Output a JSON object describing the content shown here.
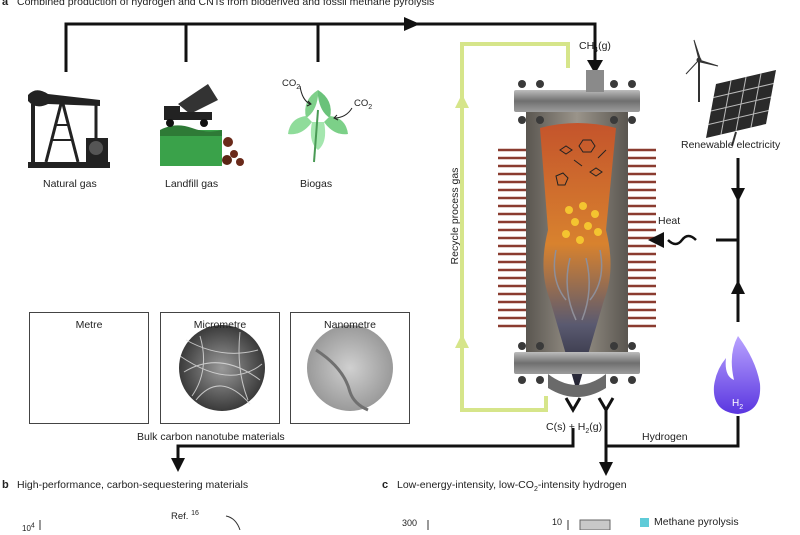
{
  "panel_a": {
    "letter": "a",
    "title": "Combined production of hydrogen and CNTs from bioderived and fossil methane pyrolysis",
    "sources": [
      {
        "label": "Natural gas",
        "icon": "oil-pump-icon"
      },
      {
        "label": "Landfill gas",
        "icon": "dump-truck-icon"
      },
      {
        "label": "Biogas",
        "icon": "plant-leaf-icon"
      }
    ],
    "co2_left": "CO",
    "co2_right": "CO",
    "co2_sub": "2",
    "methane_input": "CH",
    "methane_sub": "4",
    "methane_suffix": "(g)",
    "recycle_label": "Recycle process gas",
    "renewable_label": "Renewable electricity",
    "heat_label": "Heat",
    "h2_flame_label": "H",
    "h2_flame_sub": "2",
    "outputs_prefix": "C(s) + H",
    "outputs_sub": "2",
    "outputs_suffix": "(g)",
    "hydrogen_label": "Hydrogen",
    "bulk_label": "Bulk carbon nanotube materials",
    "scales": [
      "Metre",
      "Micrometre",
      "Nanometre"
    ]
  },
  "panel_b": {
    "letter": "b",
    "title": "High-performance, carbon-sequestering materials",
    "ref_label": "Ref.",
    "ref_num": "16",
    "axis_tick_base": "10",
    "axis_tick_exp": "4"
  },
  "panel_c": {
    "letter": "c",
    "title_prefix": "Low-energy-intensity, low-CO",
    "title_sub": "2",
    "title_suffix": "-intensity hydrogen",
    "tick_left": "300",
    "tick_right": "10",
    "legend_label": "Methane pyrolysis"
  },
  "colors": {
    "recycle_green": "#d6e58a",
    "reactor_gray": "#7a7a7a",
    "flame_purple": "#7a5cf0",
    "fin_red": "#9a4a3a",
    "legend_cyan": "#5fcbd8"
  }
}
